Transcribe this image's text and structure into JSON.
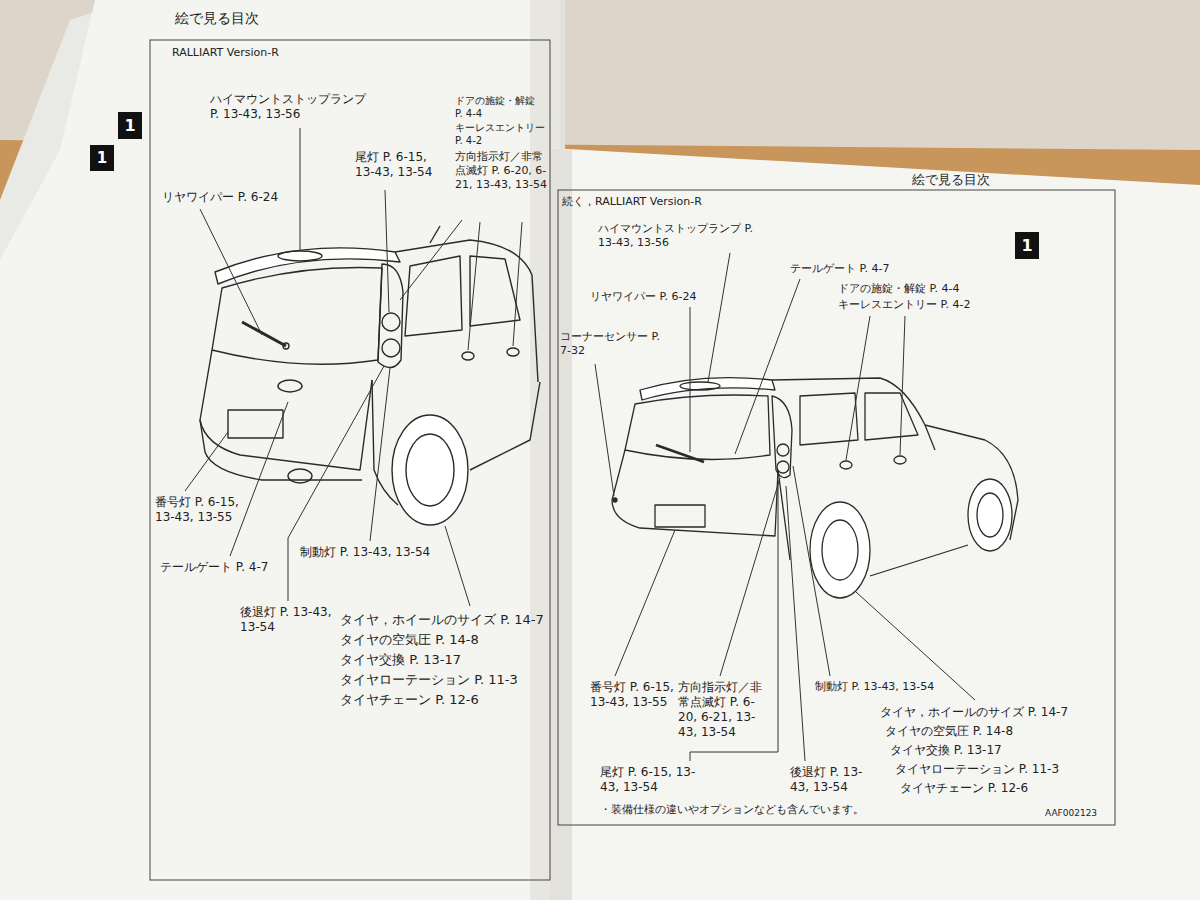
{
  "diagram": {
    "nodes": [
      {
        "text": [
          "1"
        ]
      },
      {
        "text": [
          "1"
        ]
      },
      {
        "text": [
          "1"
        ]
      }
    ],
    "labels": [
      "絵で見る目次",
      "RALLIART Version-R",
      "ハイマウントストップランプ P. 13-43, 13-56",
      "リヤワイパー P. 6-24",
      "尾灯 P. 6-15, 13-43, 13-54",
      "ドアの施錠・解錠 P. 4-4",
      "キーレスエントリー P. 4-2",
      "方向指示灯／非常点滅灯 P. 6-20, 6-21, 13-43, 13-54",
      "番号灯 P. 6-15, 13-43, 13-55",
      "テールゲート P. 4-7",
      "制動灯 P. 13-43, 13-54",
      "後退灯 P. 13-43, 13-54",
      "タイヤ，ホイールのサイズ P. 14-7",
      "タイヤの空気圧 P. 14-8",
      "タイヤ交換 P. 13-17",
      "タイヤローテーション P. 11-3",
      "タイヤチェーン P. 12-6",
      "絵で見る目次",
      "続く，RALLIART Version-R",
      "ハイマウントストップランプ P. 13-43, 13-56",
      "テールゲート P. 4-7",
      "ドアの施錠・解錠 P. 4-4",
      "キーレスエントリー P. 4-2",
      "リヤワイパー P. 6-24",
      "コーナーセンサー P. 7-32",
      "番号灯 P. 6-15, 13-43, 13-55",
      "方向指示灯／非常点滅灯 P. 6-20, 6-21, 13-43, 13-54",
      "尾灯 P. 6-15, 13-43, 13-54",
      "後退灯 P. 13-43, 13-54",
      "制動灯 P. 13-43, 13-54",
      "タイヤ，ホイールのサイズ P. 14-7",
      "タイヤの空気圧 P. 14-8",
      "タイヤ交換 P. 13-17",
      "タイヤローテーション P. 11-3",
      "タイヤチェーン P. 12-6",
      "・装備仕様の違いやオプションなども含んでいます。",
      "AAF002123"
    ]
  }
}
